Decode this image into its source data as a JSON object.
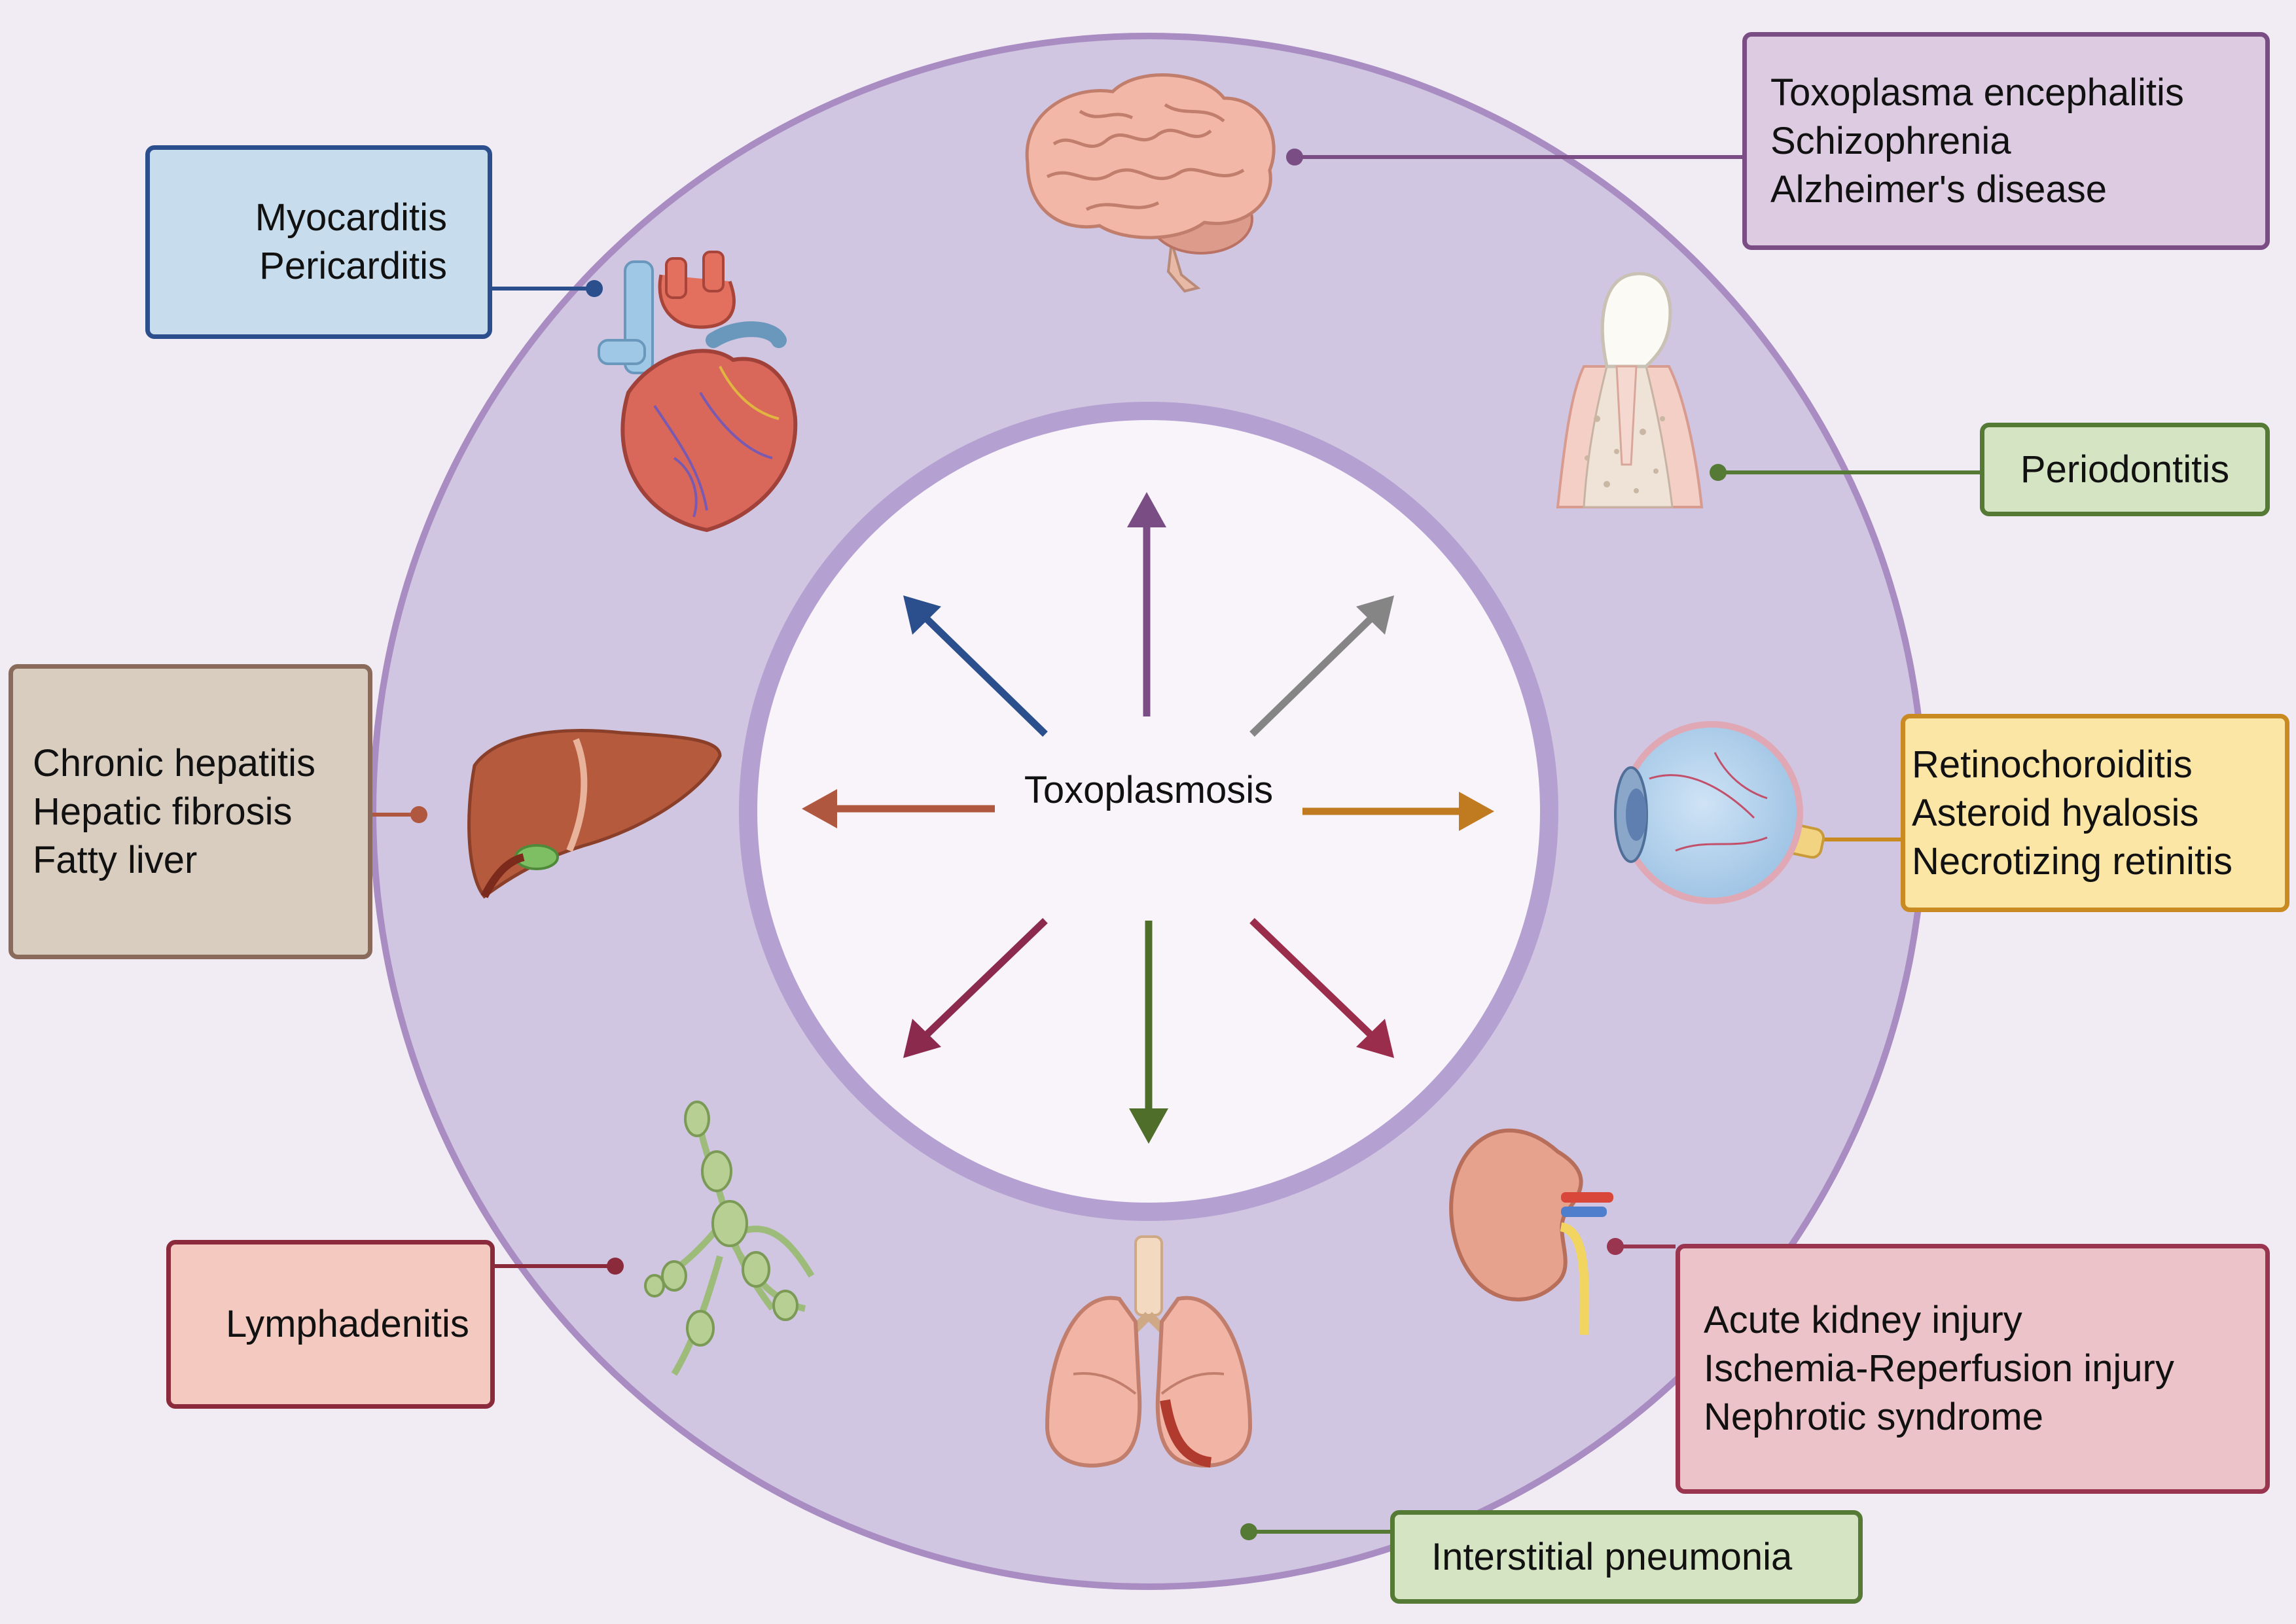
{
  "center": {
    "label": "Toxoplasmosis"
  },
  "boxes": {
    "brain": {
      "lines": [
        "Toxoplasma encephalitis",
        "Schizophrenia",
        "Alzheimer's disease"
      ],
      "color": "#7a4e85",
      "fill": "#dccbe1"
    },
    "heart": {
      "lines": [
        "Myocarditis",
        "Pericarditis"
      ],
      "color": "#2b4f8c",
      "fill": "#c7dcec"
    },
    "tooth": {
      "lines": [
        "Periodontitis"
      ],
      "color": "#557a35",
      "fill": "#d5e4c3"
    },
    "liver": {
      "lines": [
        "Chronic hepatitis",
        "Hepatic fibrosis",
        "Fatty liver"
      ],
      "color": "#8a6a5a",
      "fill": "#d9cdc0"
    },
    "eye": {
      "lines": [
        "Retinochoroiditis",
        "Asteroid hyalosis",
        "Necrotizing retinitis"
      ],
      "color": "#c98a22",
      "fill": "#fbe6a6"
    },
    "lymph": {
      "lines": [
        "Lymphadenitis"
      ],
      "color": "#8b2a3a",
      "fill": "#f3c9c0"
    },
    "kidney": {
      "lines": [
        "Acute kidney injury",
        "Ischemia-Reperfusion injury",
        "Nephrotic syndrome"
      ],
      "color": "#9a3550",
      "fill": "#ebc3c9"
    },
    "lung": {
      "lines": [
        "Interstitial pneumonia"
      ],
      "color": "#557a35",
      "fill": "#d5e4c3"
    }
  },
  "arrows": {
    "up": "#7a4e85",
    "up_left": "#2b4f8c",
    "up_right": "#858585",
    "left": "#b0573f",
    "right": "#c07a20",
    "down_left": "#8b2a4c",
    "down": "#4f6e2a",
    "down_right": "#9a2d4c"
  },
  "icons": [
    "brain-icon",
    "heart-icon",
    "tooth-icon",
    "liver-icon",
    "eye-icon",
    "lymph-node-icon",
    "kidney-icon",
    "lungs-icon"
  ]
}
